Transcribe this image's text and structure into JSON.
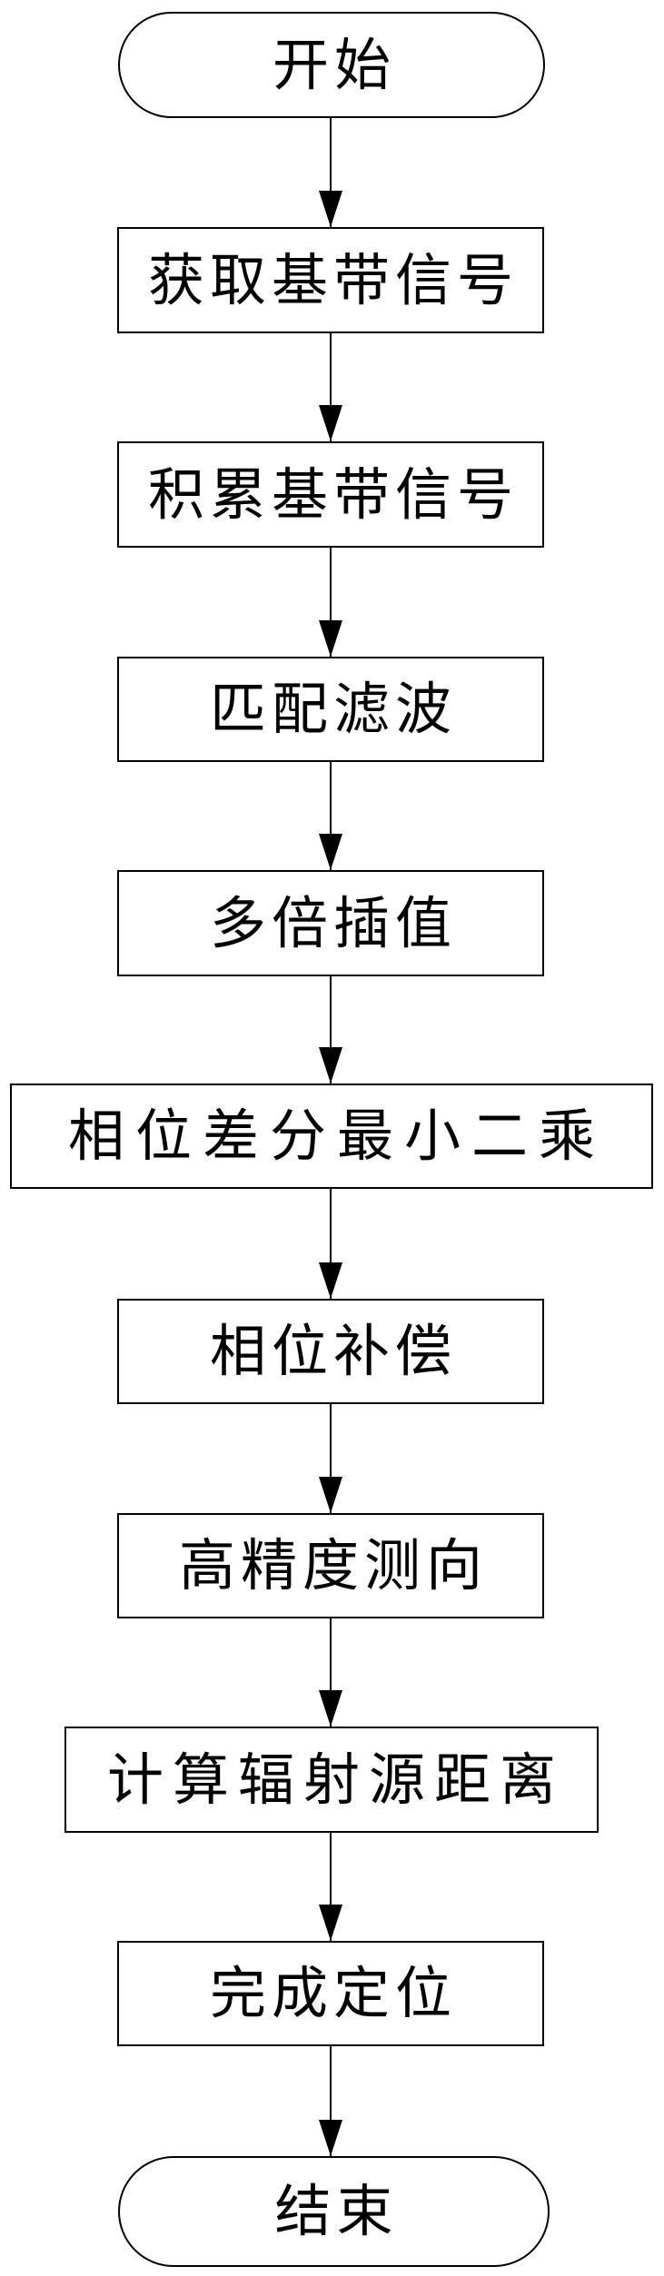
{
  "flowchart": {
    "direction": "top-to-bottom",
    "colors": {
      "stroke": "#000000",
      "fill": "#ffffff",
      "text": "#000000"
    },
    "nodes": [
      {
        "id": "start",
        "type": "terminator",
        "label": "开始"
      },
      {
        "id": "acquire-baseband",
        "type": "process",
        "label": "获取基带信号"
      },
      {
        "id": "accumulate-baseband",
        "type": "process",
        "label": "积累基带信号"
      },
      {
        "id": "matched-filter",
        "type": "process",
        "label": "匹配滤波"
      },
      {
        "id": "multiple-interpolation",
        "type": "process",
        "label": "多倍插值"
      },
      {
        "id": "phase-diff-least-squares",
        "type": "process",
        "label": "相位差分最小二乘"
      },
      {
        "id": "phase-compensation",
        "type": "process",
        "label": "相位补偿"
      },
      {
        "id": "precision-direction",
        "type": "process",
        "label": "高精度测向"
      },
      {
        "id": "source-distance",
        "type": "process",
        "label": "计算辐射源距离"
      },
      {
        "id": "positioning-complete",
        "type": "process",
        "label": "完成定位"
      },
      {
        "id": "end",
        "type": "terminator",
        "label": "结束"
      }
    ],
    "edges": [
      {
        "from": "start",
        "to": "acquire-baseband"
      },
      {
        "from": "acquire-baseband",
        "to": "accumulate-baseband"
      },
      {
        "from": "accumulate-baseband",
        "to": "matched-filter"
      },
      {
        "from": "matched-filter",
        "to": "multiple-interpolation"
      },
      {
        "from": "multiple-interpolation",
        "to": "phase-diff-least-squares"
      },
      {
        "from": "phase-diff-least-squares",
        "to": "phase-compensation"
      },
      {
        "from": "phase-compensation",
        "to": "precision-direction"
      },
      {
        "from": "precision-direction",
        "to": "source-distance"
      },
      {
        "from": "source-distance",
        "to": "positioning-complete"
      },
      {
        "from": "positioning-complete",
        "to": "end"
      }
    ]
  }
}
